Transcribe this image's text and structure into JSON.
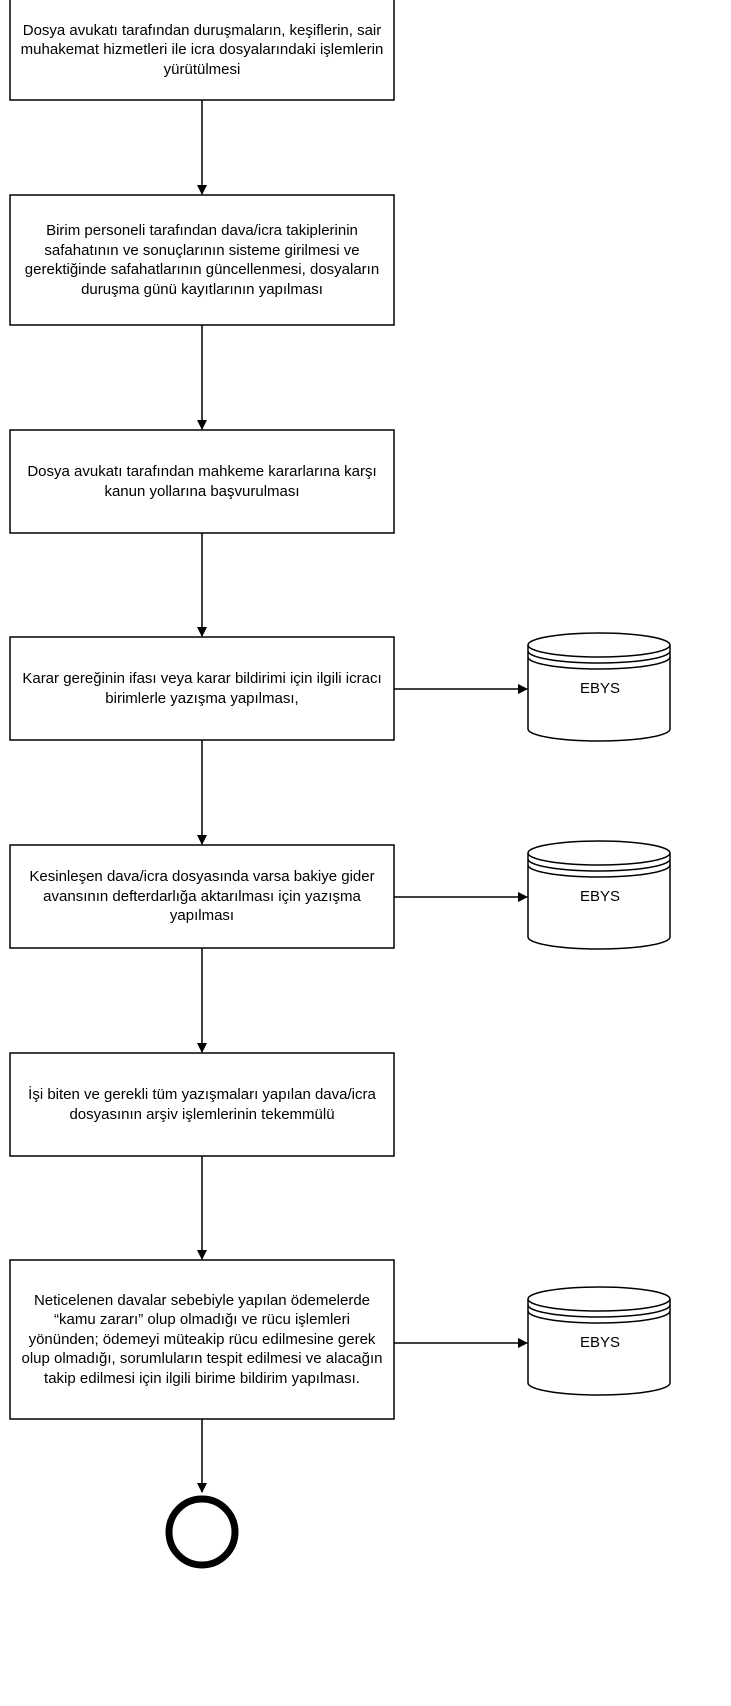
{
  "steps": [
    {
      "text": "Dosya avukatı tarafından duruşmaların, keşiflerin, sair muhakemat hizmetleri ile icra dosyalarındaki işlemlerin yürütülmesi"
    },
    {
      "text": "Birim personeli tarafından dava/icra takiplerinin safahatının ve sonuçlarının sisteme girilmesi ve gerektiğinde safahatlarının güncellenmesi, dosyaların duruşma günü kayıtlarının yapılması"
    },
    {
      "text": "Dosya avukatı tarafından mahkeme kararlarına karşı kanun yollarına başvurulması"
    },
    {
      "text": "Karar gereğinin ifası veya karar bildirimi için ilgili icracı birimlerle yazışma yapılması,"
    },
    {
      "text": "Kesinleşen dava/icra dosyasında varsa bakiye gider avansının defterdarlığa aktarılması için yazışma yapılması"
    },
    {
      "text": "İşi biten ve gerekli tüm yazışmaları yapılan dava/icra dosyasının arşiv işlemlerinin tekemmülü"
    },
    {
      "text": "Neticelenen davalar sebebiyle yapılan ödemelerde “kamu zararı” olup olmadığı ve rücu işlemleri yönünden; ödemeyi müteakip rücu edilmesine gerek olup olmadığı, sorumluların tespit edilmesi ve alacağın takip edilmesi için ilgili birime bildirim yapılması."
    }
  ],
  "databases": [
    {
      "label": "EBYS"
    },
    {
      "label": "EBYS"
    },
    {
      "label": "EBYS"
    }
  ]
}
